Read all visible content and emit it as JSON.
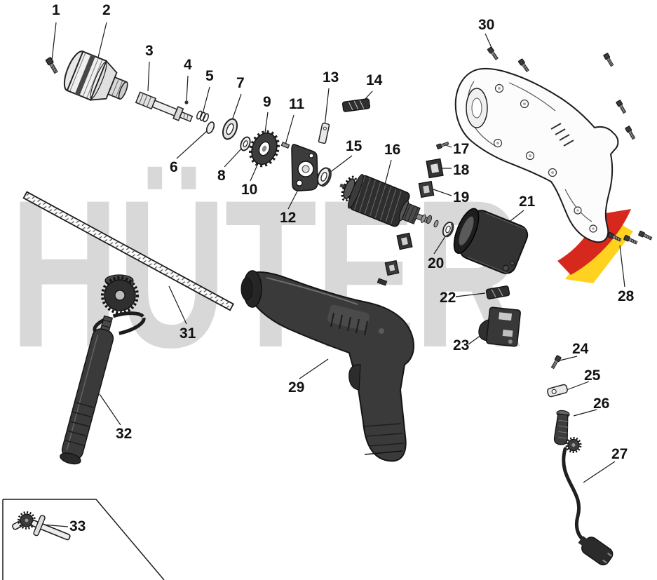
{
  "watermark": {
    "text": "HÜTER"
  },
  "part_labels": [
    "1",
    "2",
    "3",
    "4",
    "5",
    "6",
    "7",
    "8",
    "9",
    "10",
    "11",
    "12",
    "13",
    "14",
    "15",
    "16",
    "17",
    "18",
    "19",
    "20",
    "21",
    "22",
    "23",
    "24",
    "25",
    "26",
    "27",
    "28",
    "29",
    "30",
    "31",
    "32",
    "33"
  ],
  "colors": {
    "watermark": "#d8d8d8",
    "logo_red": "#d7281e",
    "logo_yellow": "#ffd21f",
    "line_art": "#1a1a1a",
    "dark_part_fill": "#3a3a3a"
  }
}
